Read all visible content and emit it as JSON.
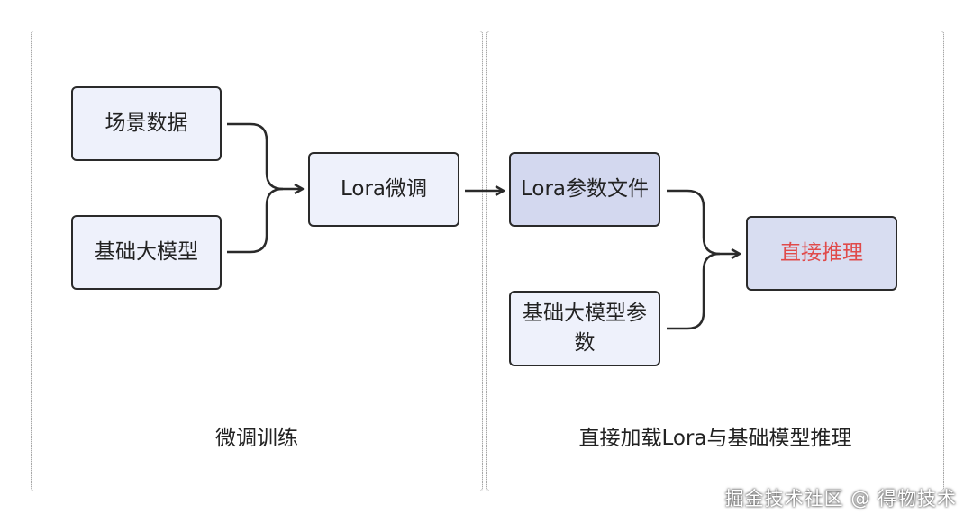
{
  "panels": {
    "left_caption": "微调训练",
    "right_caption": "直接加载Lora与基础模型推理"
  },
  "nodes": {
    "scene_data": "场景数据",
    "base_model": "基础大模型",
    "lora_finetune": "Lora微调",
    "lora_params": "Lora参数文件",
    "base_params_line1": "基础大模型参",
    "base_params_line2": "数",
    "direct_inference": "直接推理"
  },
  "colors": {
    "node_fill": "#eef1fb",
    "node_fill_shaded": "#d3d8ef",
    "inference_text": "#e04a4a"
  },
  "watermark": "掘金技术社区 @ 得物技术"
}
